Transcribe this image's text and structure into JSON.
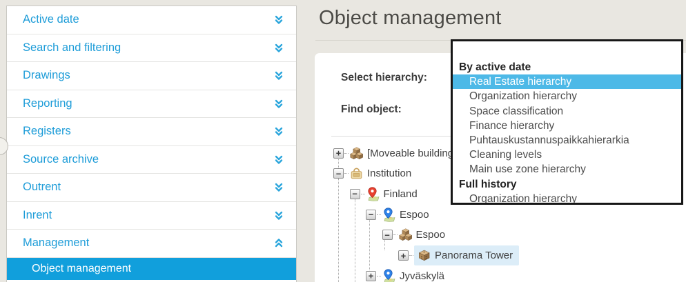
{
  "page": {
    "title": "Object management"
  },
  "sidebar": {
    "items": [
      {
        "label": "Active date",
        "state": "collapsed"
      },
      {
        "label": "Search and filtering",
        "state": "collapsed"
      },
      {
        "label": "Drawings",
        "state": "collapsed"
      },
      {
        "label": "Reporting",
        "state": "collapsed"
      },
      {
        "label": "Registers",
        "state": "collapsed"
      },
      {
        "label": "Source archive",
        "state": "collapsed"
      },
      {
        "label": "Outrent",
        "state": "collapsed"
      },
      {
        "label": "Inrent",
        "state": "collapsed"
      },
      {
        "label": "Management",
        "state": "expanded"
      }
    ],
    "active_child": {
      "label": "Object management"
    }
  },
  "panel": {
    "select_hierarchy_label": "Select hierarchy:",
    "find_object_label": "Find object:"
  },
  "dropdown": {
    "items": [
      {
        "type": "header",
        "label": "By active date"
      },
      {
        "type": "option",
        "label": "Real Estate hierarchy",
        "selected": true
      },
      {
        "type": "option",
        "label": "Organization hierarchy"
      },
      {
        "type": "option",
        "label": "Space classification"
      },
      {
        "type": "option",
        "label": "Finance hierarchy"
      },
      {
        "type": "option",
        "label": "Puhtauskustannuspaikkahierarkia"
      },
      {
        "type": "option",
        "label": "Cleaning levels"
      },
      {
        "type": "option",
        "label": "Main use zone hierarchy"
      },
      {
        "type": "header",
        "label": "Full history"
      },
      {
        "type": "option",
        "label": "Organization hierarchy"
      }
    ]
  },
  "tree": {
    "nodes": [
      {
        "label": "[Moveable buildings]",
        "icon": "boxes-icon",
        "expand": "+",
        "level": 0
      },
      {
        "label": "Institution",
        "icon": "bag-icon",
        "expand": "-",
        "level": 0
      },
      {
        "label": "Finland",
        "icon": "pin-red-icon",
        "expand": "-",
        "level": 1
      },
      {
        "label": "Espoo",
        "icon": "pin-blue-icon",
        "expand": "-",
        "level": 2
      },
      {
        "label": "Espoo",
        "icon": "boxes-icon",
        "expand": "-",
        "level": 3
      },
      {
        "label": "Panorama Tower",
        "icon": "box-icon",
        "expand": "+",
        "level": 4,
        "selected": true
      },
      {
        "label": "Jyväskylä",
        "icon": "pin-blue-icon",
        "expand": "+",
        "level": 2
      }
    ]
  },
  "colors": {
    "accent_blue": "#119fdc",
    "sidebar_link_blue": "#1d9cd8",
    "dropdown_selected_blue": "#4db9e7",
    "tree_selected_bg": "#dcedf8",
    "page_background": "#e9e7e1",
    "dropdown_border": "#161616"
  }
}
